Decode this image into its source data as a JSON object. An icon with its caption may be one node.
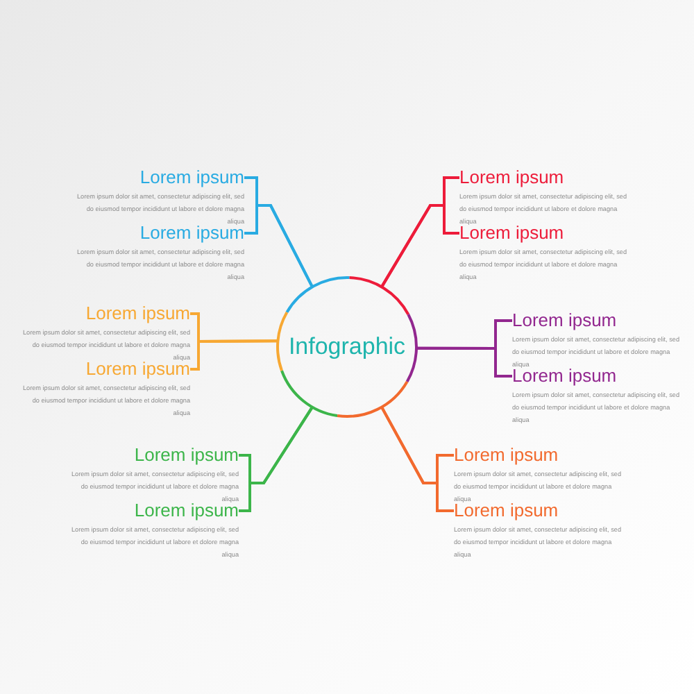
{
  "diagram": {
    "nodes": [
      {
        "text": [
          "Infographic"
        ]
      },
      {
        "text": [
          "Lorem ipsum",
          "Lorem ipsum dolor sit amet, consectetur adipiscing elit, sed do eiusmod tempor incididunt ut labore et dolore magna aliqua"
        ]
      },
      {
        "text": [
          "Lorem ipsum",
          "Lorem ipsum dolor sit amet, consectetur adipiscing elit, sed do eiusmod tempor incididunt ut labore et dolore magna aliqua"
        ]
      },
      {
        "text": [
          "Lorem ipsum",
          "Lorem ipsum dolor sit amet, consectetur adipiscing elit, sed do eiusmod tempor incididunt ut labore et dolore magna aliqua"
        ]
      },
      {
        "text": [
          "Lorem ipsum",
          "Lorem ipsum dolor sit amet, consectetur adipiscing elit, sed do eiusmod tempor incididunt ut labore et dolore magna aliqua"
        ]
      },
      {
        "text": [
          "Lorem ipsum",
          "Lorem ipsum dolor sit amet, consectetur adipiscing elit, sed do eiusmod tempor incididunt ut labore et dolore magna aliqua"
        ]
      },
      {
        "text": [
          "Lorem ipsum",
          "Lorem ipsum dolor sit amet, consectetur adipiscing elit, sed do eiusmod tempor incididunt ut labore et dolore magna aliqua"
        ]
      },
      {
        "text": [
          "Lorem ipsum",
          "Lorem ipsum dolor sit amet, consectetur adipiscing elit, sed do eiusmod tempor incididunt ut labore et dolore magna aliqua"
        ]
      },
      {
        "text": [
          "Lorem ipsum",
          "Lorem ipsum dolor sit amet, consectetur adipiscing elit, sed do eiusmod tempor incididunt ut labore et dolore magna aliqua"
        ]
      },
      {
        "text": [
          "Lorem ipsum",
          "Lorem ipsum dolor sit amet, consectetur adipiscing elit, sed do eiusmod tempor incididunt ut labore et dolore magna aliqua"
        ]
      },
      {
        "text": [
          "Lorem ipsum",
          "Lorem ipsum dolor sit amet, consectetur adipiscing elit, sed do eiusmod tempor incididunt ut labore et dolore magna aliqua"
        ]
      },
      {
        "text": [
          "Lorem ipsum",
          "Lorem ipsum dolor sit amet, consectetur adipiscing elit, sed do eiusmod tempor incididunt ut labore et dolore magna aliqua"
        ]
      },
      {
        "text": [
          "Lorem ipsum",
          "Lorem ipsum dolor sit amet, consectetur adipiscing elit, sed do eiusmod tempor incididunt ut labore et dolore magna aliqua"
        ]
      }
    ],
    "edges": [
      {
        "from": 0,
        "to": 1,
        "arrow": "none",
        "color": "#29abe2"
      },
      {
        "from": 0,
        "to": 2,
        "arrow": "none",
        "color": "#29abe2"
      },
      {
        "from": 0,
        "to": 3,
        "arrow": "none",
        "color": "#ed1c3a"
      },
      {
        "from": 0,
        "to": 4,
        "arrow": "none",
        "color": "#ed1c3a"
      },
      {
        "from": 0,
        "to": 5,
        "arrow": "none",
        "color": "#f7a833"
      },
      {
        "from": 0,
        "to": 6,
        "arrow": "none",
        "color": "#f7a833"
      },
      {
        "from": 0,
        "to": 7,
        "arrow": "none",
        "color": "#92278f"
      },
      {
        "from": 0,
        "to": 8,
        "arrow": "none",
        "color": "#92278f"
      },
      {
        "from": 0,
        "to": 9,
        "arrow": "none",
        "color": "#3cb54a"
      },
      {
        "from": 0,
        "to": 10,
        "arrow": "none",
        "color": "#3cb54a"
      },
      {
        "from": 0,
        "to": 11,
        "arrow": "none",
        "color": "#f26a2e"
      },
      {
        "from": 0,
        "to": 12,
        "arrow": "none",
        "color": "#f26a2e"
      }
    ]
  }
}
